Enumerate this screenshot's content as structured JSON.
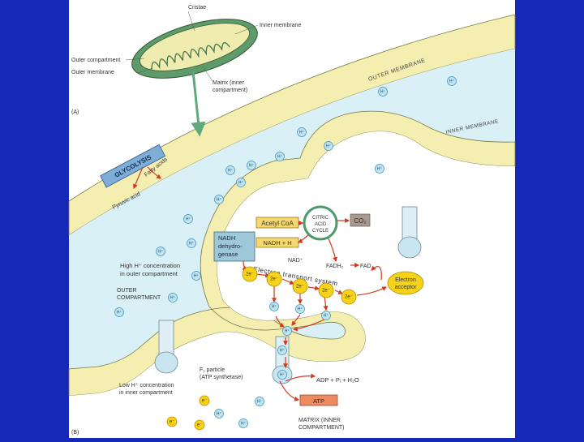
{
  "mito_labels": {
    "cristae": "Cristae",
    "inner_membrane": "Inner membrane",
    "outer_compartment": "Outer compartment",
    "outer_membrane": "Outer membrane",
    "matrix_1": "Matrix (inner",
    "matrix_2": "compartment)"
  },
  "panel_a": "(A)",
  "panel_b": "(B)",
  "membrane_labels": {
    "outer": "OUTER MEMBRANE",
    "inner": "INNER MEMBRANE"
  },
  "glycolysis": {
    "title": "GLYCOLYSIS",
    "fatty_acids": "Fatty acids",
    "pyruvic_acid": "Pyruvic acid"
  },
  "cycle": {
    "acetyl_coa": "Acetyl CoA",
    "co2": "CO₂",
    "citric_1": "CITRIC",
    "citric_2": "ACID",
    "citric_3": "CYCLE",
    "nadh_h": "NADH + H",
    "nad": "NAD⁺",
    "fadh2": "FADH₂",
    "fad": "FAD"
  },
  "nadh_dehydrogenase": [
    "NADH",
    "dehydro-",
    "genase"
  ],
  "ets_label": "Electron transport system",
  "electron_acceptor": [
    "Electron",
    "acceptor"
  ],
  "high_conc": [
    "High H⁺ concentration",
    "in outer compartment"
  ],
  "outer_compartment": [
    "OUTER",
    "COMPARTMENT"
  ],
  "f1_particle": [
    "F₁ particle",
    "(ATP synthetase)"
  ],
  "adp_eq": "ADP + Pᵢ + H₂O",
  "atp": "ATP",
  "low_conc": [
    "Low H⁺ concentration",
    "in inner compartment"
  ],
  "matrix_b": [
    "MATRIX (INNER",
    "COMPARTMENT)"
  ],
  "h_ion_label": "H⁺",
  "e_label": "e⁻",
  "two_e_label": "2e⁻",
  "colors": {
    "background": "#1528b8",
    "membrane": "#f4efb0",
    "intermembrane": "#d8f0f6",
    "arrow": "#d03a20"
  }
}
